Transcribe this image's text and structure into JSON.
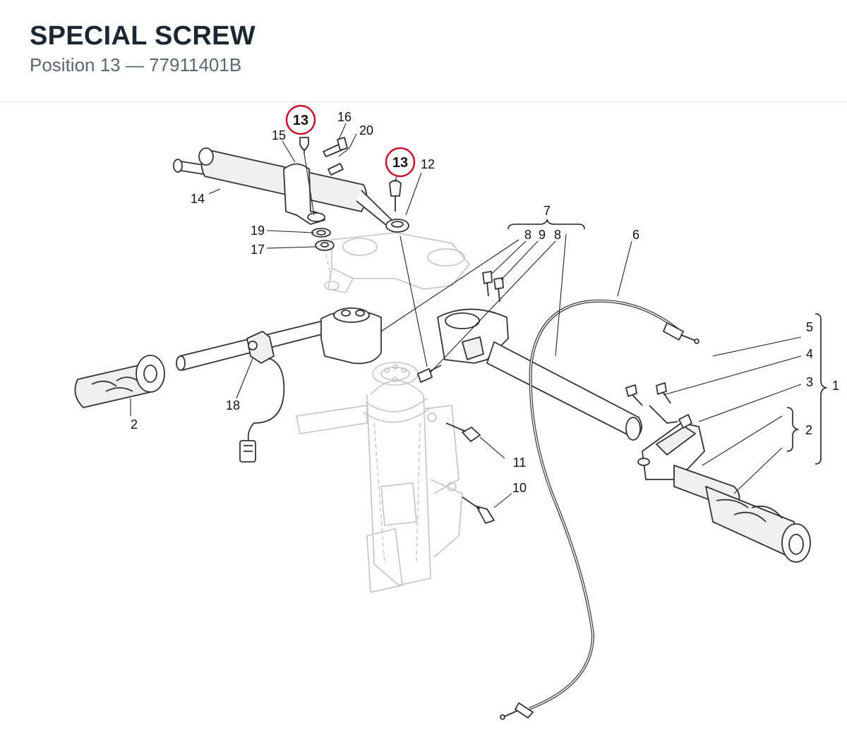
{
  "header": {
    "title": "SPECIAL SCREW",
    "subtitle": "Position 13 — 77911401B"
  },
  "highlight": {
    "color": "#c8102e"
  },
  "callouts": {
    "c13a": "13",
    "c13b": "13",
    "c16": "16",
    "c15": "15",
    "c20": "20",
    "c12": "12",
    "c14": "14",
    "c19": "19",
    "c17": "17",
    "c7": "7",
    "c8a": "8",
    "c9": "9",
    "c8b": "8",
    "c6": "6",
    "c5": "5",
    "c4": "4",
    "c3": "3",
    "c1": "1",
    "c2r": "2",
    "c2l": "2",
    "c18": "18",
    "c11": "11",
    "c10": "10"
  }
}
